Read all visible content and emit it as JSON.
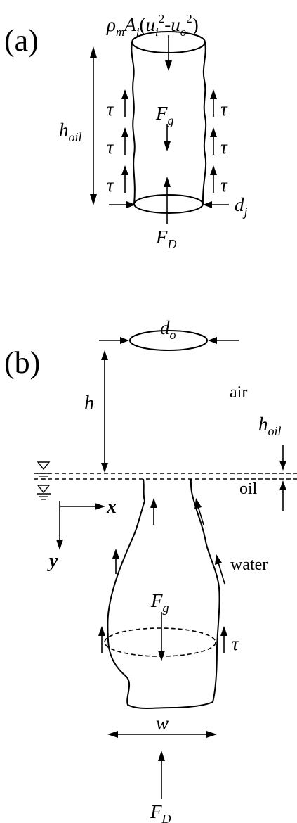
{
  "panel_a": {
    "label": "(a)",
    "momentum_flux": {
      "rho": "ρ",
      "rho_sub": "m",
      "A": "A",
      "A_sub": "j",
      "open": "(",
      "u1": "u",
      "u1_sub": "i",
      "u1_sup": "2",
      "minus": "-",
      "u2": "u",
      "u2_sub": "o",
      "u2_sup": "2",
      "close": ")"
    },
    "h_oil": {
      "main": "h",
      "sub": "oil"
    },
    "tau": "τ",
    "F_g": {
      "main": "F",
      "sub": "g"
    },
    "d_j": {
      "main": "d",
      "sub": "j"
    },
    "F_D": {
      "main": "F",
      "sub": "D"
    }
  },
  "panel_b": {
    "label": "(b)",
    "d_o": {
      "main": "d",
      "sub": "o"
    },
    "h": "h",
    "air": "air",
    "h_oil": {
      "main": "h",
      "sub": "oil"
    },
    "oil": "oil",
    "x": "x",
    "y": "y",
    "water": "water",
    "F_g": {
      "main": "F",
      "sub": "g"
    },
    "tau": "τ",
    "w": "w",
    "F_D": {
      "main": "F",
      "sub": "D"
    }
  }
}
